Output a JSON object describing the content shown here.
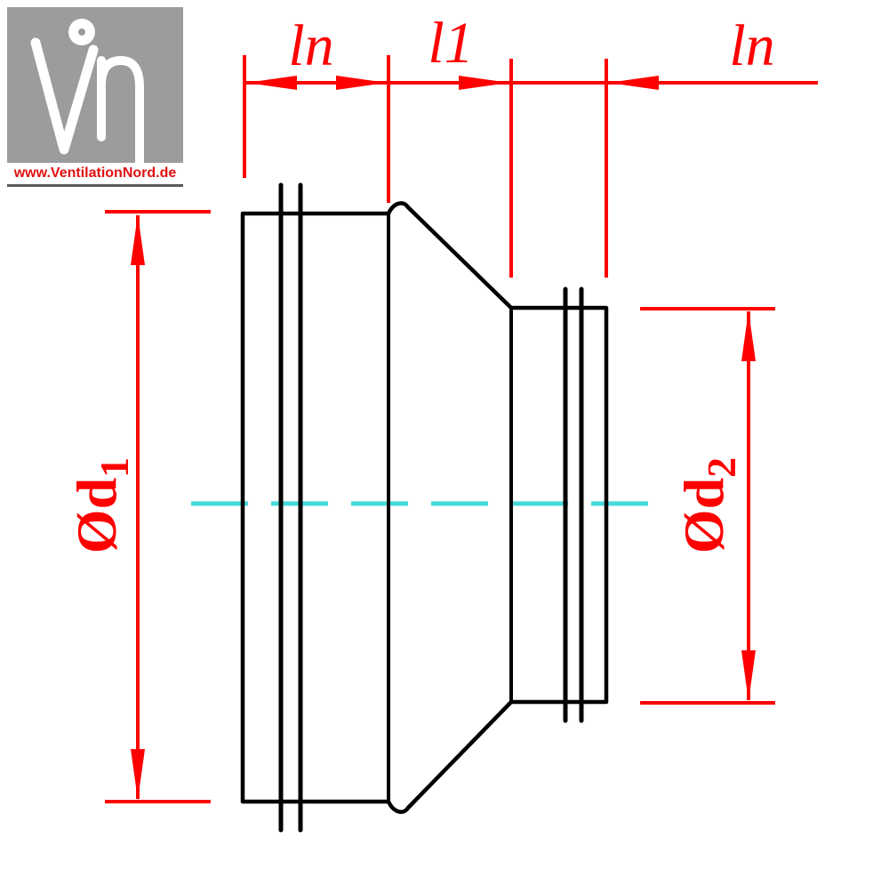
{
  "logo": {
    "url": "www.VentilationNord.de"
  },
  "dimensions": {
    "ln_left": "ln",
    "l1": "l1",
    "ln_right": "ln",
    "d1_base": "Ød",
    "d1_sub": "1",
    "d2_base": "Ød",
    "d2_sub": "2"
  },
  "colors": {
    "dimension_red": "#fe0000",
    "drawing_black": "#000000",
    "centerline_cyan": "#45d9da",
    "logo_gray": "#9c9c9c"
  }
}
